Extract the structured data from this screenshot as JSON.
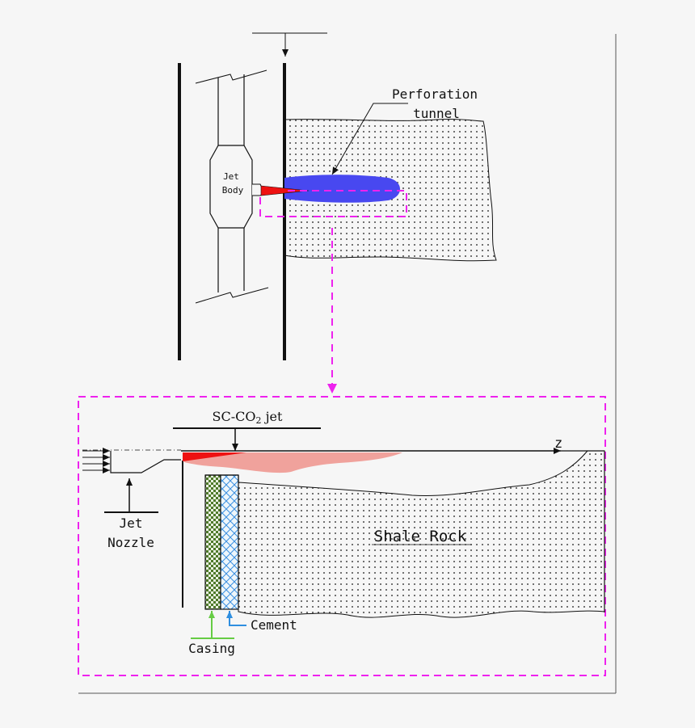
{
  "labels": {
    "perforation_line1": "Perforation",
    "perforation_line2": "tunnel",
    "jet_body_line1": "Jet",
    "jet_body_line2": "Body",
    "sc_co2_prefix": "SC-CO",
    "sc_co2_sub": "2",
    "sc_co2_suffix": " jet",
    "z_axis": "z",
    "jet_nozzle_line1": "Jet",
    "jet_nozzle_line2": "Nozzle",
    "shale_rock": "Shale Rock",
    "cement": "Cement",
    "casing": "Casing"
  },
  "colors": {
    "highlight_dash": "#ee22ee",
    "perforation_tunnel": "#4848f0",
    "jet_red": "#ee1111",
    "jet_plume": "#f0a29c",
    "casing_green": "#4f7a2a",
    "cement_blue": "#3a8fe0",
    "casing_arrow": "#66cc44",
    "cement_arrow": "#2f8fe0"
  }
}
